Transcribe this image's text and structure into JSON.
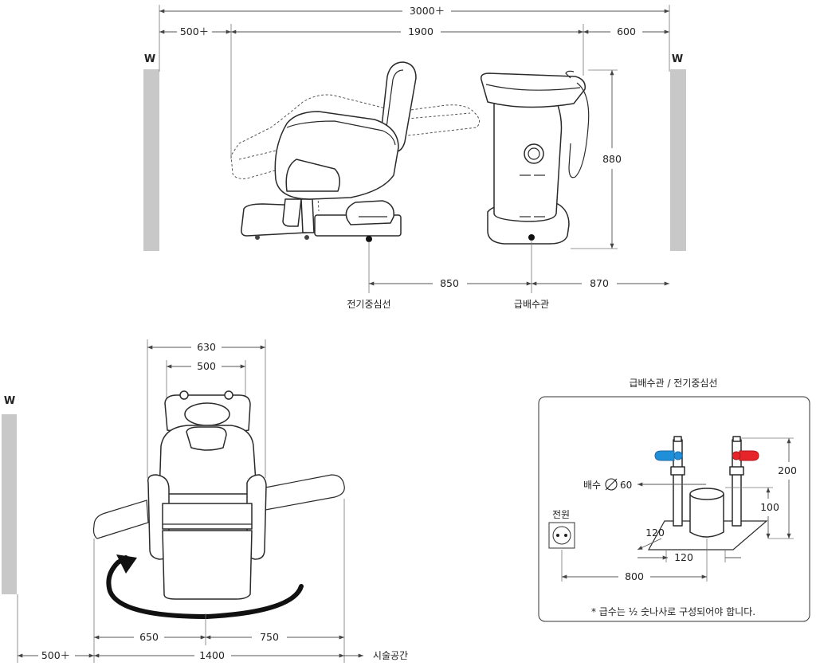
{
  "walls": {
    "label": "W",
    "color": "#c8c8c8"
  },
  "side_view": {
    "dims": {
      "total": "3000＋",
      "left_clear": "500＋",
      "chair_span": "1900",
      "right_clear": "600",
      "unit_height": "880",
      "center_distance": "850",
      "wall_distance": "870"
    },
    "labels": {
      "electric_center": "전기중심선",
      "water_pipe": "급배수관"
    }
  },
  "top_view": {
    "wall_label": "W",
    "dims": {
      "outer_width": "630",
      "inner_width": "500",
      "left_swing": "650",
      "right_swing": "750",
      "total_width": "1400",
      "side_clear": "500＋"
    },
    "labels": {
      "work_space": "시술공간"
    }
  },
  "detail": {
    "title": "급배수관 / 전기중심선",
    "power_label": "전원",
    "drain_label": "배수",
    "drain_size": "60",
    "dims": {
      "height": "200",
      "drain_height": "100",
      "pipe_gap_depth": "120",
      "pipe_gap_width": "120",
      "power_distance": "800"
    },
    "note": "* 급수는 ½ 숫나사로 구성되어야 합니다.",
    "hot_color": "#e8242b",
    "cold_color": "#1e8fd8"
  }
}
